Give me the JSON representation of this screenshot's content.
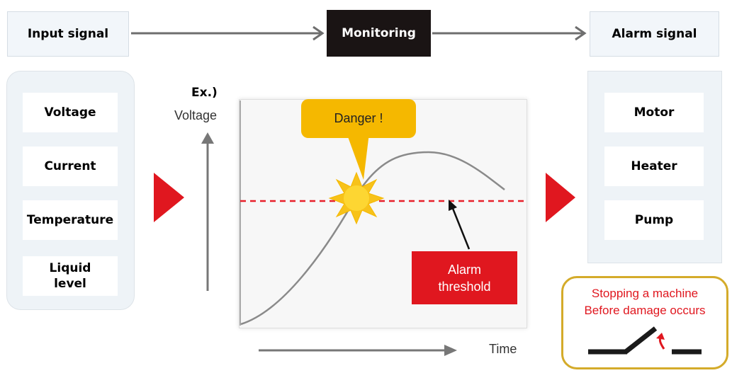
{
  "flow": {
    "input": "Input signal",
    "monitoring": "Monitoring",
    "alarm": "Alarm signal"
  },
  "inputs": [
    "Voltage",
    "Current",
    "Temperature",
    "Liquid\nlevel"
  ],
  "outputs": [
    "Motor",
    "Heater",
    "Pump"
  ],
  "chart": {
    "ex_label": "Ex.)",
    "y_label": "Voltage",
    "x_label": "Time",
    "danger_label": "Danger !",
    "threshold_label": "Alarm\nthreshold"
  },
  "note": {
    "line1": "Stopping a machine",
    "line2": "Before damage occurs"
  },
  "colors": {
    "accent_red": "#e0171f",
    "danger_yellow": "#f5b800",
    "note_border": "#d4ab2a",
    "threshold_line": "#e8202a"
  },
  "icons": [
    "arrow-right-icon",
    "triangle-right-icon",
    "starburst-icon",
    "switch-icon"
  ]
}
